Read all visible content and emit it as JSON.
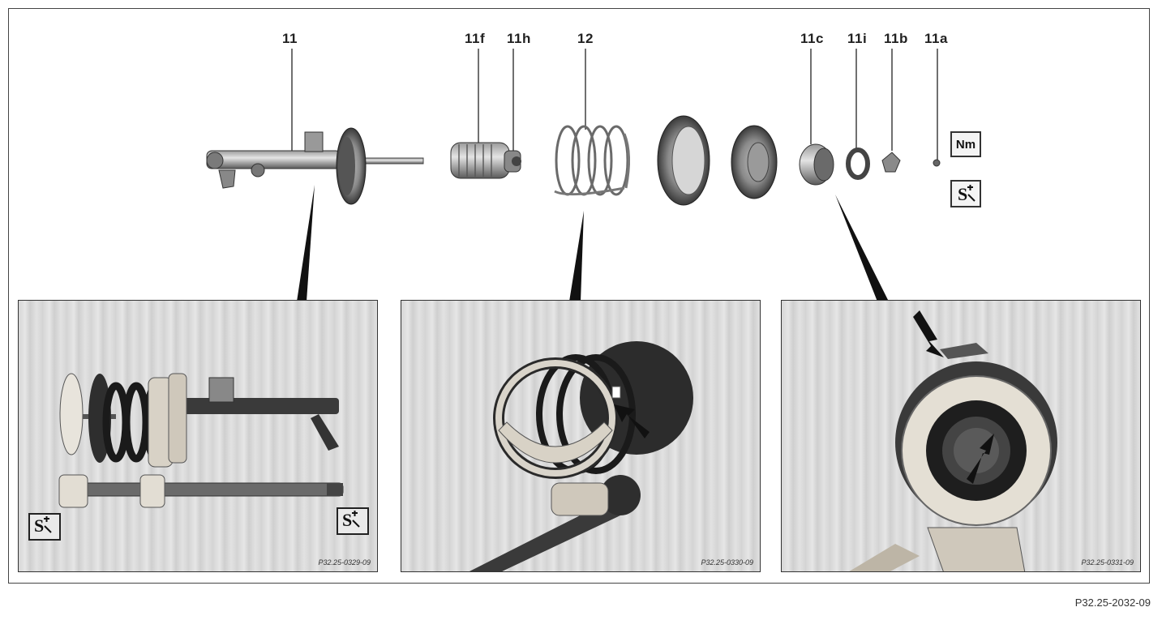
{
  "figure_code": "P32.25-2032-09",
  "part_labels": {
    "strut": "11",
    "bump_stop": "11f",
    "dust_boot": "11h",
    "coil_spring": "12",
    "sleeve": "11c",
    "ring": "11i",
    "nut_11b": "11b",
    "nut_11a": "11a"
  },
  "badges": {
    "torque": "Nm",
    "tool": "S"
  },
  "panels": {
    "left_code": "P32.25-0329-09",
    "middle_code": "P32.25-0330-09",
    "right_code": "P32.25-0331-09"
  }
}
